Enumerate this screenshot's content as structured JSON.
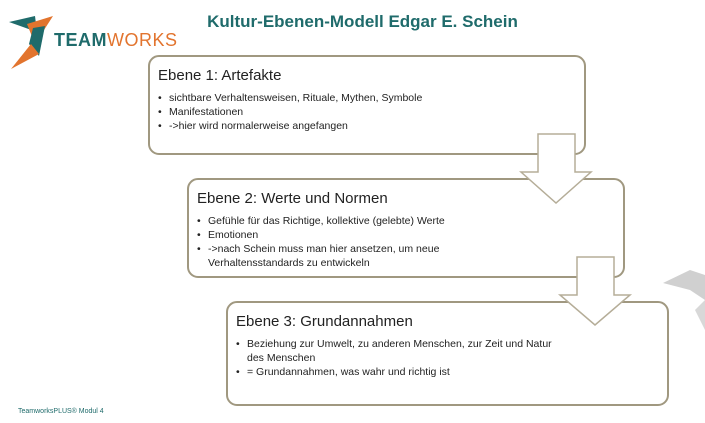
{
  "title": "Kultur-Ebenen-Modell Edgar E. Schein",
  "logo": {
    "part1": "TEAM",
    "part2": "WORKS"
  },
  "levels": [
    {
      "heading": "Ebene 1: Artefakte",
      "bullets": [
        "sichtbare Verhaltensweisen, Rituale, Mythen, Symbole",
        "Manifestationen",
        "->hier wird normalerweise angefangen"
      ]
    },
    {
      "heading": "Ebene 2: Werte und Normen",
      "bullets": [
        "Gefühle für das Richtige, kollektive (gelebte) Werte",
        "Emotionen",
        "->nach Schein muss man hier ansetzen, um neue Verhaltensstandards zu entwickeln"
      ]
    },
    {
      "heading": "Ebene 3: Grundannahmen",
      "bullets": [
        "Beziehung zur Umwelt, zu anderen Menschen, zur Zeit und Natur des Menschen",
        "= Grundannahmen, was wahr und richtig ist"
      ]
    }
  ],
  "footer": "TeamworksPLUS® Modul 4",
  "colors": {
    "accent": "#1f6b6b",
    "orange": "#e2742e",
    "border": "#a09880"
  }
}
